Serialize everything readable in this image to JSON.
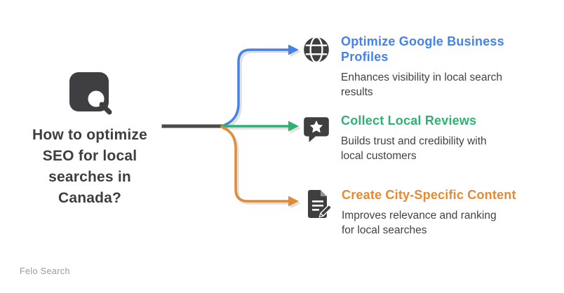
{
  "colors": {
    "blue": "#4482EB",
    "green": "#2EB272",
    "orange": "#E38A33",
    "trunk": "#4A4A4A",
    "dark_text": "#3E3E3E",
    "desc_text": "#424242",
    "icon": "#3F3F42",
    "watermark": "#999999",
    "background": "#FFFFFF"
  },
  "center": {
    "icon": "seo-magnifier-icon",
    "lines": [
      "How to optimize",
      "SEO for local",
      "searches in",
      "Canada?"
    ]
  },
  "branches": [
    {
      "icon": "globe-icon",
      "title": "Optimize Google Business Profiles",
      "description": "Enhances visibility in local search results",
      "color": "#4482EB"
    },
    {
      "icon": "review-bubble-icon",
      "title": "Collect Local Reviews",
      "description": "Builds trust and credibility with local customers",
      "color": "#2EB272"
    },
    {
      "icon": "document-pencil-icon",
      "title": "Create City-Specific Content",
      "description": "Improves relevance and ranking for local searches",
      "color": "#E38A33"
    }
  ],
  "watermark": "Felo Search"
}
